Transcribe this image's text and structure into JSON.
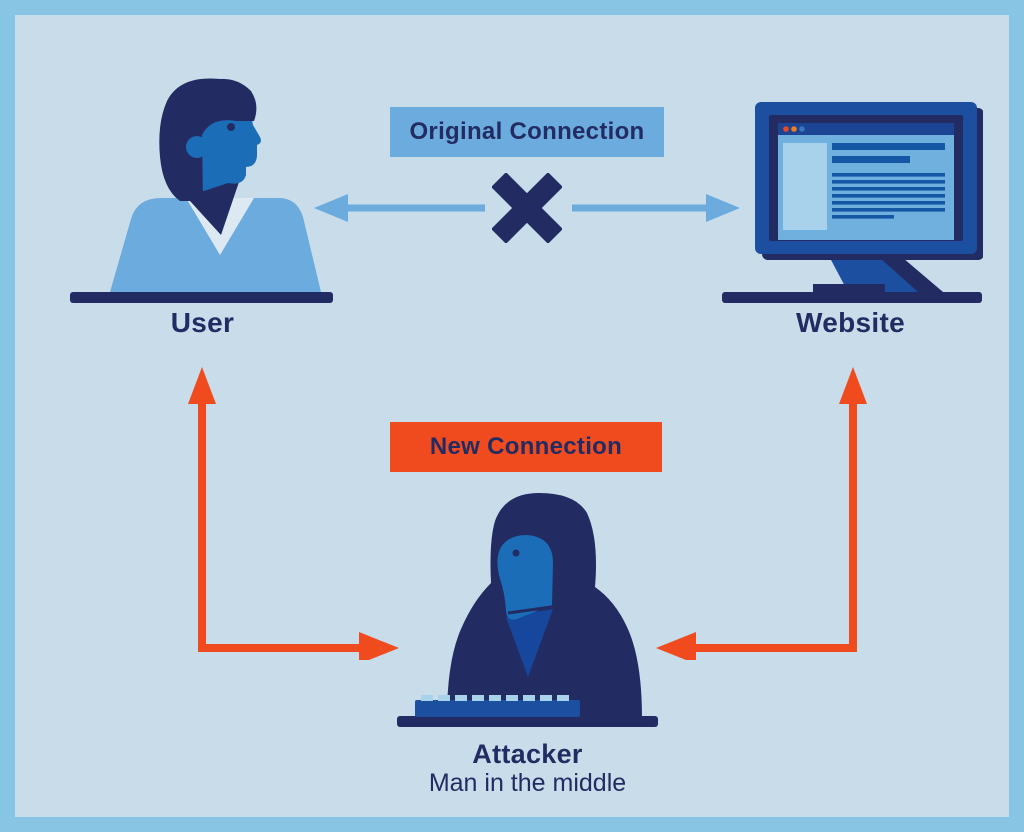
{
  "title": "Man in the middle attack diagram",
  "banners": {
    "original": {
      "label": "Original Connection",
      "bg": "#6babdd"
    },
    "new": {
      "label": "New Connection",
      "bg": "#f04b1f"
    }
  },
  "nodes": {
    "user": {
      "label": "User"
    },
    "website": {
      "label": "Website"
    },
    "attacker": {
      "label": "Attacker",
      "sublabel": "Man in the middle"
    }
  },
  "icons": {
    "user-icon": "bust of a person facing right",
    "website-monitor-icon": "desktop monitor showing a browser page with text lines",
    "attacker-icon": "hooded figure at a keyboard",
    "blocked-x-icon": "navy X marking severed connection",
    "original-connection-arrow-left-icon": "light blue arrow toward user",
    "original-connection-arrow-right-icon": "light blue arrow toward website",
    "new-connection-arrow-user-icon": "orange elbow arrow between attacker and user",
    "new-connection-arrow-website-icon": "orange elbow arrow between attacker and website"
  },
  "colors": {
    "background": "#c9dcea",
    "frame_border": "#88c4e3",
    "navy": "#222c62",
    "medium_blue": "#6babdd",
    "face_blue": "#1c6db8",
    "royal_blue": "#1d4fa0",
    "screen_line_blue": "#1457a5",
    "light_blue": "#a8d2ec",
    "collar_light": "#dce9f3",
    "orange": "#f04b1f"
  }
}
